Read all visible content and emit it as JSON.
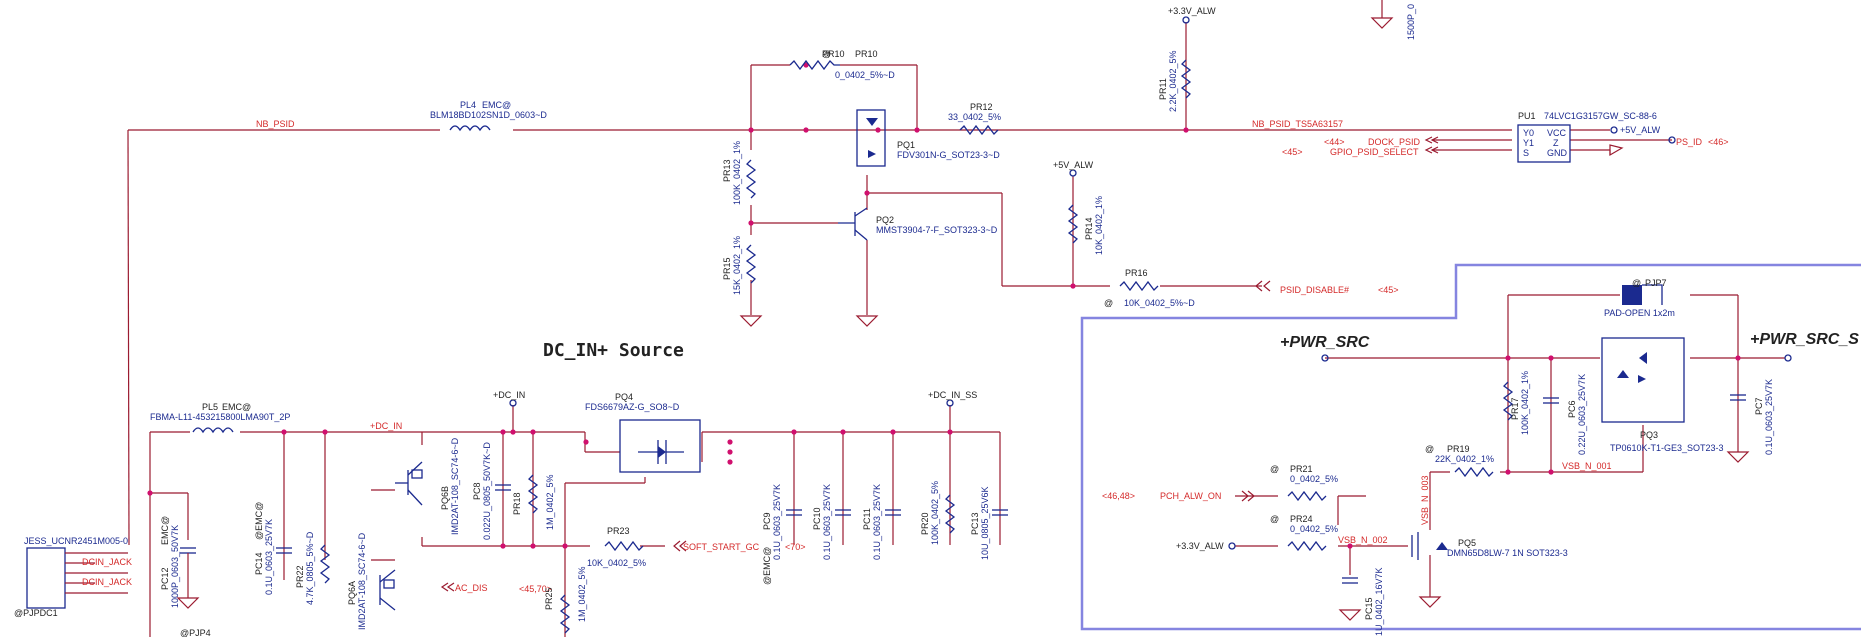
{
  "title": "DC_IN+ Source",
  "colors": {
    "wire": "#9b1b30",
    "component": "#1b2a8f",
    "net_label": "#d42a2a",
    "junction": "#d0106e",
    "region": "#8585e0"
  },
  "power_labels": {
    "v33_alw_top": "+3.3V_ALW",
    "v5_alw": "+5V_ALW",
    "dc_in": "+DC_IN",
    "dc_in_ss": "+DC_IN_SS",
    "v33_alw_low": "+3.3V_ALW",
    "v5_alw_right": "+5V_ALW",
    "pwr_src": "+PWR_SRC",
    "pwr_src_s": "+PWR_SRC_S"
  },
  "nets": {
    "nb_psid": "NB_PSID",
    "nb_psid_ts": "NB_PSID_TS5A63157",
    "dock_psid": "DOCK_PSID",
    "gpio_psid": "GPIO_PSID_SELECT",
    "ps_id": "PS_ID",
    "psid_disable": "PSID_DISABLE#",
    "dc_in_net": "+DC_IN",
    "dcin_jack1": "DCIN_JACK",
    "dcin_jack2": "DCIN_JACK",
    "soft_start": "SOFT_START_GC",
    "ac_dis": "AC_DIS",
    "pch_alw_on": "PCH_ALW_ON",
    "vsb_n_001": "VSB_N_001",
    "vsb_n_002": "VSB_N_002",
    "vsb_n_003": "VSB_N_003"
  },
  "refs": {
    "r44": "<44>",
    "r45a": "<45>",
    "r46": "<46>",
    "r45b": "<45>",
    "r70": "<70>",
    "r4570": "<45,70>",
    "r4648": "<46,48>"
  },
  "components": {
    "pl4_ref": "PL4",
    "pl4_emc": "EMC@",
    "pl4_part": "BLM18BD102SN1D_0603~D",
    "pr10_ref": "PR10",
    "pr10_val": "0_0402_5%~D",
    "pr12_ref": "PR12",
    "pr12_val": "33_0402_5%",
    "pr11_ref": "PR11",
    "pr11_val": "2.2K_0402_5%",
    "pq1_ref": "PQ1",
    "pq1_part": "FDV301N-G_SOT23-3~D",
    "pr13_ref": "PR13",
    "pr13_val": "100K_0402_1%",
    "pq2_ref": "PQ2",
    "pq2_part": "MMST3904-7-F_SOT323-3~D",
    "pr15_ref": "PR15",
    "pr15_val": "15K_0402_1%",
    "pr14_ref": "PR14",
    "pr14_val": "10K_0402_1%",
    "pr16_ref": "PR16",
    "pr16_val": "10K_0402_5%~D",
    "pu1_ref": "PU1",
    "pu1_part": "74LVC1G3157GW_SC-88-6",
    "pu1_y0": "Y0",
    "pu1_y1": "Y1",
    "pu1_s": "S",
    "pu1_vcc": "VCC",
    "pu1_z": "Z",
    "pu1_gnd": "GND",
    "pl5_ref": "PL5",
    "pl5_emc": "EMC@",
    "pl5_part": "FBMA-L11-453215800LMA90T_2P",
    "pq4_ref": "PQ4",
    "pq4_part": "FDS6679AZ-G_SO8~D",
    "pjp7_ref": "PJP7",
    "pjp7_part": "PAD-OPEN 1x2m",
    "pq3_ref": "PQ3",
    "pq3_part": "TP0610K-T1-GE3_SOT23-3",
    "pr17_ref": "PR17",
    "pr17_val": "100K_0402_1%",
    "pc6_ref": "PC6",
    "pc6_val": "0.22U_0603_25V7K",
    "pc7_ref": "PC7",
    "pc7_val": "0.1U_0603_25V7K",
    "pr19_ref": "PR19",
    "pr19_val": "22K_0402_1%",
    "pr21_ref": "PR21",
    "pr21_val": "0_0402_5%",
    "pr24_ref": "PR24",
    "pr24_val": "0_0402_5%",
    "pq5_ref": "PQ5",
    "pq5_part": "DMN65D8LW-7 1N SOT323-3",
    "pc15_ref": "PC15",
    "pc15_val": "1U_0402_16V7K",
    "jack_part": "JESS_UCNR2451M005-0",
    "jack_ref": "@PJPDC1",
    "pc12_ref": "PC12",
    "pc12_emc": "EMC@",
    "pc12_val": "1000P_0603_50V7K",
    "pc14_ref": "PC14",
    "pc14_emc": "@EMC@",
    "pc14_val": "0.1U_0603_25V7K",
    "pr22_ref": "PR22",
    "pr22_val": "4.7K_0805_5%~D",
    "pq6a_ref": "PQ6A",
    "pq6a_part": "IMD2AT-108_SC74-6~D",
    "pq6b_ref": "PQ6B",
    "pq6b_part": "IMD2AT-108_SC74-6~D",
    "pc8_ref": "PC8",
    "pc8_val": "0.022U_0805_50V7K~D",
    "pr18_ref": "PR18",
    "pr18_val": "1M_0402_5%",
    "pr23_ref": "PR23",
    "pr23_val": "10K_0402_5%",
    "pr25_ref": "PR25",
    "pr25_val": "1M_0402_5%",
    "pc9_ref": "PC9",
    "pc9_emc": "@EMC@",
    "pc9_val": "0.1U_0603_25V7K",
    "pc10_ref": "PC10",
    "pc10_val": "0.1U_0603_25V7K",
    "pc11_ref": "PC11",
    "pc11_val": "0.1U_0603_25V7K",
    "pr20_ref": "PR20",
    "pr20_val": "100K_0402_5%",
    "pc13_ref": "PC13",
    "pc13_val": "10U_0805_25V6K",
    "pjp4_ref": "@PJP4",
    "top_cap_val": "1500P_0"
  }
}
